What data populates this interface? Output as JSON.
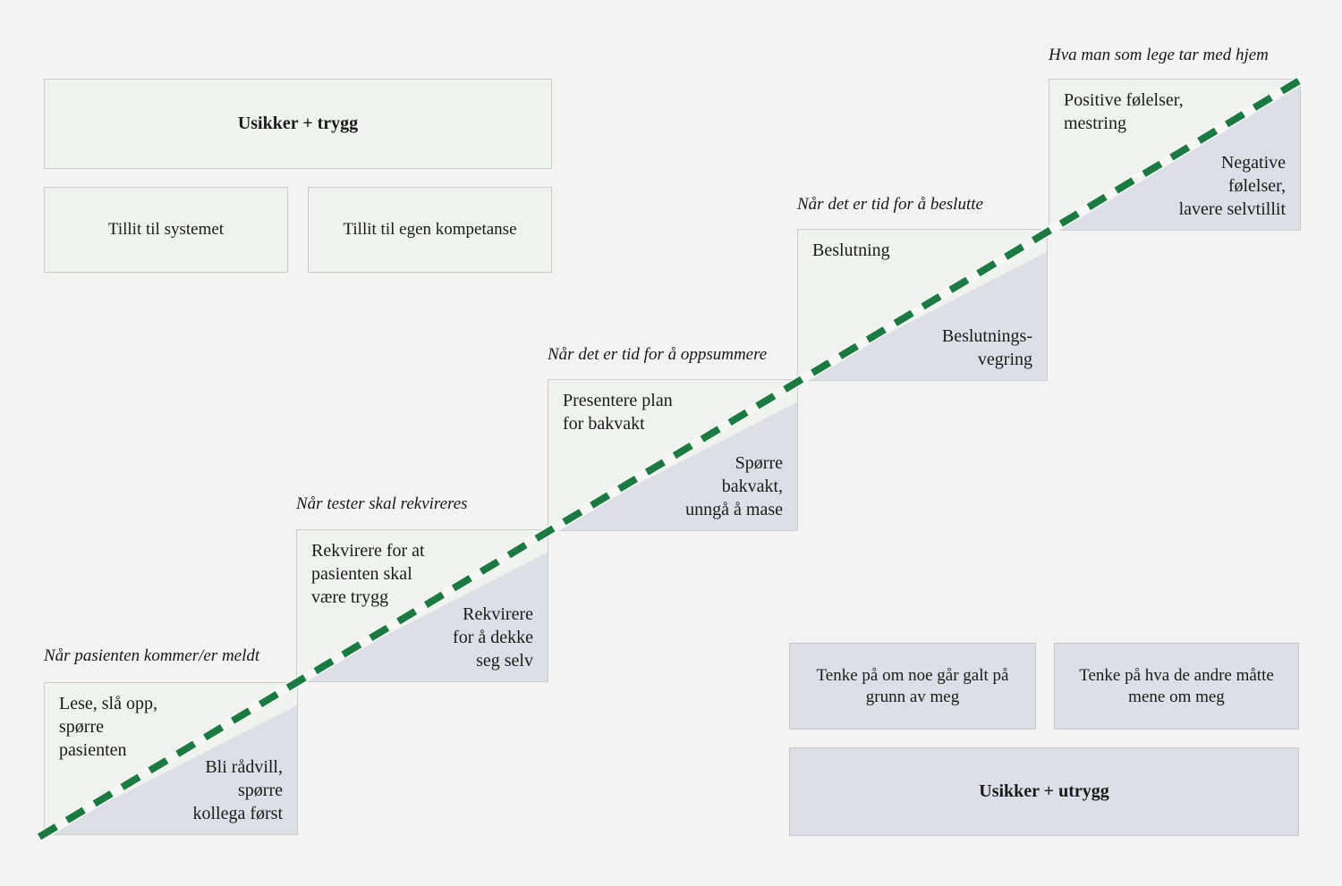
{
  "staircase": {
    "steps": [
      {
        "label": "Når pasienten kommer/er meldt",
        "upper": "Lese, slå opp,\nspørre\npasienten",
        "lower": "Bli rådvill,\nspørre\nkollega først"
      },
      {
        "label": "Når tester skal rekvireres",
        "upper": "Rekvirere for at\npasienten skal\nvære trygg",
        "lower": "Rekvirere\nfor å dekke\nseg selv"
      },
      {
        "label": "Når det er tid for å oppsummere",
        "upper": "Presentere plan\nfor bakvakt",
        "lower": "Spørre\nbakvakt,\nunngå å mase"
      },
      {
        "label": "Når det er tid for å beslutte",
        "upper": "Beslutning",
        "lower": "Beslutnings-\nvegring"
      },
      {
        "label": "Hva man som lege tar med hjem",
        "upper": "Positive følelser,\nmestring",
        "lower": "Negative\nfølelser,\nlavere selvtillit"
      }
    ]
  },
  "secure_group": {
    "headline": "Usikker + trygg",
    "items": [
      "Tillit til systemet",
      "Tillit til egen kompetanse"
    ]
  },
  "insecure_group": {
    "headline": "Usikker + utrygg",
    "items": [
      "Tenke på om noe går galt\npå grunn av meg",
      "Tenke på hva de andre\nmåtte mene om meg"
    ]
  },
  "colors": {
    "background": "#f4f3f1",
    "secure_fill": "#eef3ed",
    "insecure_fill": "#dbdfe6",
    "diagonal": "#1a7a42",
    "border": "#c5cac9"
  }
}
